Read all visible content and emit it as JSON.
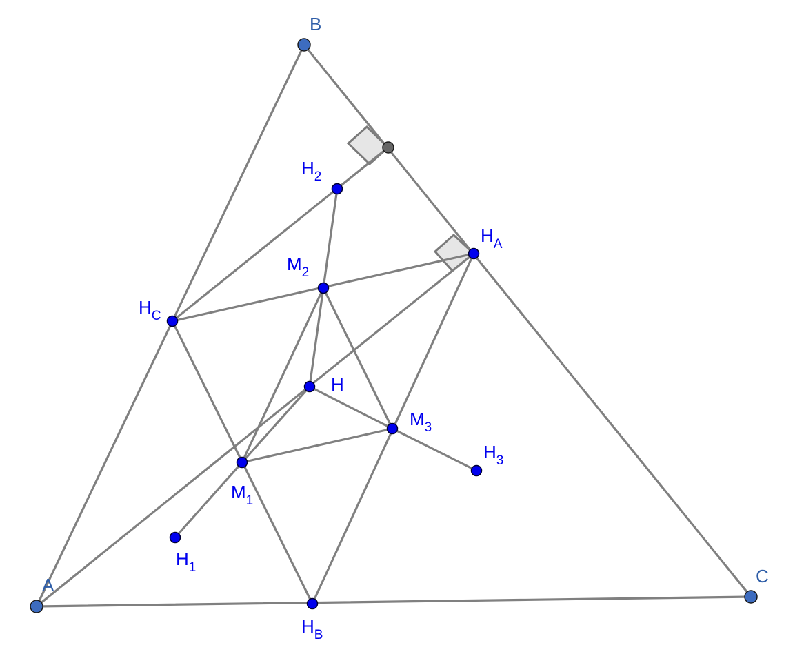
{
  "colors": {
    "segment": "#808080",
    "vertex_fill": "#3d6cbf",
    "vertex_stroke": "#1a1a1a",
    "point_fill": "#0000ee",
    "point_stroke": "#000033",
    "foot_fill": "#666666",
    "vertex_label": "#2f5ea8",
    "point_label": "#0000ee",
    "right_angle_fill": "#e6e6e6"
  },
  "vertex_labels": {
    "A": "A",
    "B": "B",
    "C": "C"
  },
  "point_labels": {
    "H": "H",
    "HA": {
      "main": "H",
      "sub": "A"
    },
    "HB": {
      "main": "H",
      "sub": "B"
    },
    "HC": {
      "main": "H",
      "sub": "C"
    },
    "M1": {
      "main": "M",
      "sub": "1"
    },
    "M2": {
      "main": "M",
      "sub": "2"
    },
    "M3": {
      "main": "M",
      "sub": "3"
    },
    "H1": {
      "main": "H",
      "sub": "1"
    },
    "H2": {
      "main": "H",
      "sub": "2"
    },
    "H3": {
      "main": "H",
      "sub": "3"
    }
  }
}
